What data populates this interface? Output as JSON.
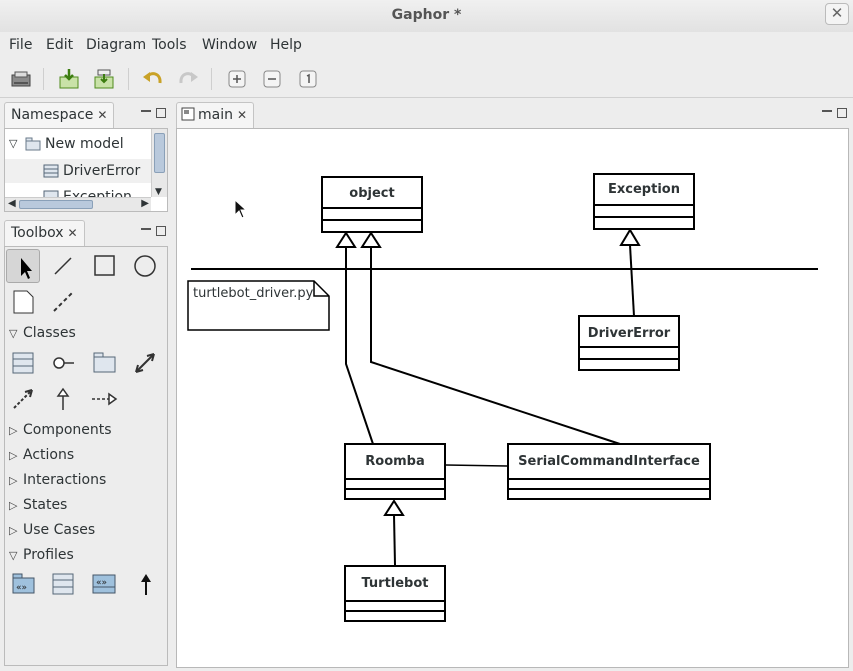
{
  "window": {
    "title": "Gaphor *",
    "close_glyph": "✕"
  },
  "menu": [
    "File",
    "Edit",
    "Diagram",
    "Tools",
    "Window",
    "Help"
  ],
  "toolbar_icons": [
    "open-icon",
    "import-icon",
    "export-icon",
    "undo-icon",
    "redo-icon",
    "zoom-in-icon",
    "zoom-out-icon",
    "zoom-100-icon"
  ],
  "namespace": {
    "tab_label": "Namespace",
    "close_glyph": "✕",
    "tree": [
      {
        "label": "New model",
        "expanded": true
      },
      {
        "label": "DriverError"
      },
      {
        "label": "Exception"
      }
    ]
  },
  "toolbox": {
    "tab_label": "Toolbox",
    "close_glyph": "✕",
    "sections": [
      {
        "label": "Classes",
        "expanded": true
      },
      {
        "label": "Components",
        "expanded": false
      },
      {
        "label": "Actions",
        "expanded": false
      },
      {
        "label": "Interactions",
        "expanded": false
      },
      {
        "label": "States",
        "expanded": false
      },
      {
        "label": "Use Cases",
        "expanded": false
      },
      {
        "label": "Profiles",
        "expanded": true
      }
    ]
  },
  "diagram": {
    "tab_label": "main",
    "close_glyph": "✕",
    "classes": {
      "object": "object",
      "exception": "Exception",
      "driver_error": "DriverError",
      "roomba": "Roomba",
      "serial": "SerialCommandInterface",
      "turtlebot": "Turtlebot"
    },
    "note": "turtlebot_driver.py"
  }
}
